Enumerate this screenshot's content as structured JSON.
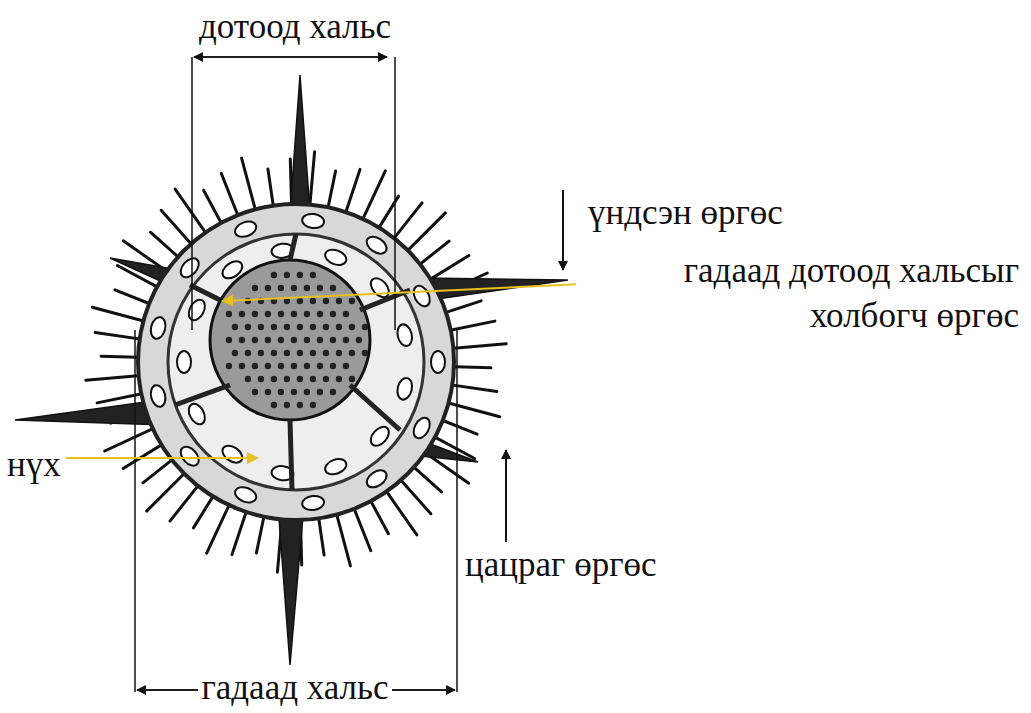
{
  "diagram": {
    "labels": [
      "дотоод хальс",
      "үндсэн өргөс",
      "гадаад дотоод хальсыг холбогч өргөс",
      "нүх",
      "цацраг өргөс",
      "гадаад хальс"
    ]
  }
}
